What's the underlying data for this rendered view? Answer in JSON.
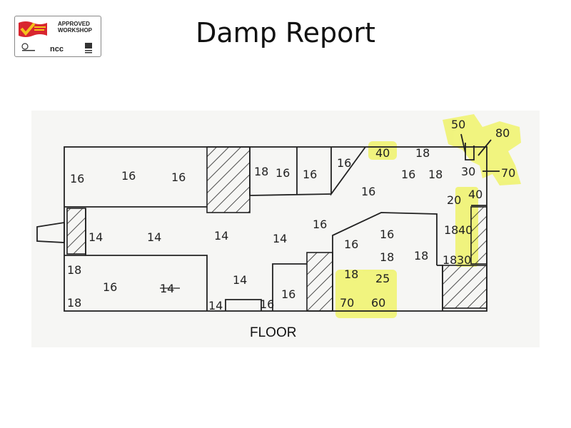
{
  "header": {
    "title": "Damp Report",
    "logo": {
      "approved_line1": "APPROVED",
      "approved_line2": "WORKSHOP",
      "ncc_text": "ncc"
    }
  },
  "diagram": {
    "floor_label": "FLOOR",
    "readings": {
      "r1": "16",
      "r2": "16",
      "r3": "16",
      "r4": "18",
      "r5": "16",
      "r6": "16",
      "r7": "16",
      "r8": "40",
      "r9": "18",
      "r10": "16",
      "r11": "18",
      "r12": "16",
      "r13": "50",
      "r14": "80",
      "r15": "30",
      "r16": "70",
      "r17": "20",
      "r18": "40",
      "r19": "14",
      "r20": "14",
      "r21": "14",
      "r22": "14",
      "r23": "16",
      "r24": "16",
      "r25": "16",
      "r26": "18",
      "r27": "18",
      "r28": "18",
      "r29": "40",
      "r30": "18",
      "r31": "30",
      "r32": "18",
      "r33": "16",
      "r34": "14",
      "r35": "14",
      "r36": "18",
      "r37": "25",
      "r38": "18",
      "r39": "14",
      "r40": "16",
      "r41": "16",
      "r42": "70",
      "r43": "60"
    },
    "highlight_color": "#f0f36a"
  }
}
